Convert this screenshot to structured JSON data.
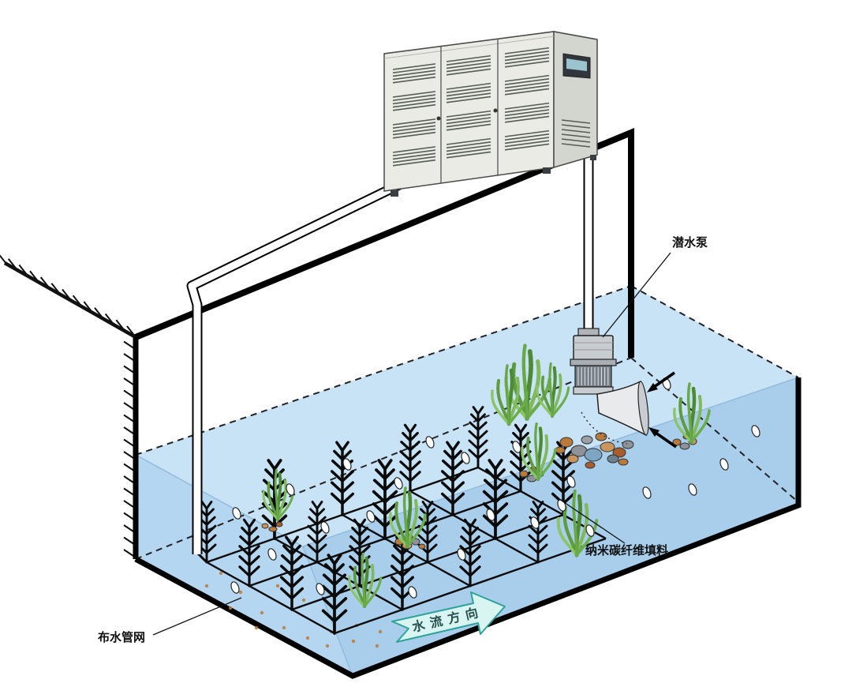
{
  "labels": {
    "pump": "潜水泵",
    "media": "纳米碳纤维填料",
    "pipe_network": "布水管网",
    "flow_direction": "水流方向"
  },
  "colors": {
    "water_front": "#AFD3EE",
    "water_top": "#C8E2F6",
    "media_black": "#0A0A0A",
    "plant_green": "#6BAD4A",
    "flow_arrow_fill": "#D8F5F1",
    "flow_arrow_stroke": "#2FA39A",
    "cabinet_body": "#E9EBE4",
    "pebble_brown": "#B97A3C"
  },
  "components": [
    "control-cabinet",
    "inlet-pipe",
    "riser-pipe",
    "submersible-pump",
    "pump-outlet-bell",
    "water-basin",
    "distribution-pipe-network",
    "carbon-fiber-media-field",
    "aquatic-plants",
    "gravel-pile",
    "air-bubbles",
    "flow-direction-arrow",
    "ground-hatch"
  ]
}
